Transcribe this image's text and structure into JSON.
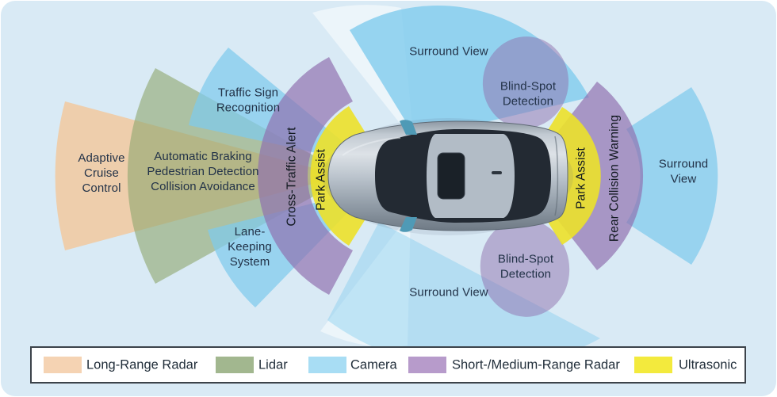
{
  "title": "Vehicle ADAS sensor coverage diagram (top view)",
  "colors": {
    "background": "#d9eaf5",
    "label_text": "#223248",
    "rotated_label_text": "#10181f",
    "legend_border": "#3c434a",
    "car_body": "#b2bcc6",
    "car_glass": "#232a33",
    "mirror": "#4f9ab6",
    "zone_fills": {
      "long_range_radar": "#f3c79a",
      "lidar": "#8fa871",
      "camera": "#7ecbed",
      "camera_pale_wedge": "#ffffff",
      "short_medium_radar": "#8f6fae",
      "ultrasonic": "#ece12a"
    }
  },
  "zones": {
    "adaptive_cruise_control": {
      "label": "Adaptive\nCruise\nControl",
      "sensor": "long-range-radar"
    },
    "automatic_braking": {
      "label": "Automatic Braking\nPedestrian Detection\nCollision Avoidance",
      "sensor": "lidar"
    },
    "traffic_sign_recognition": {
      "label": "Traffic Sign\nRecognition",
      "sensor": "camera"
    },
    "lane_keeping_system": {
      "label": "Lane-\nKeeping\nSystem",
      "sensor": "camera"
    },
    "cross_traffic_alert": {
      "label": "Cross-Traffic Alert",
      "sensor": "short-medium-range-radar"
    },
    "park_assist_front": {
      "label": "Park Assist",
      "sensor": "ultrasonic"
    },
    "surround_view_top": {
      "label": "Surround View",
      "sensor": "camera"
    },
    "blind_spot_detection_top": {
      "label": "Blind-Spot\nDetection",
      "sensor": "short-medium-range-radar"
    },
    "park_assist_rear": {
      "label": "Park Assist",
      "sensor": "ultrasonic"
    },
    "rear_collision_warning": {
      "label": "Rear Collision Warning",
      "sensor": "short-medium-range-radar"
    },
    "surround_view_right": {
      "label": "Surround\nView",
      "sensor": "camera"
    },
    "blind_spot_detection_bottom": {
      "label": "Blind-Spot\nDetection",
      "sensor": "short-medium-range-radar"
    },
    "surround_view_bottom": {
      "label": "Surround View",
      "sensor": "camera"
    }
  },
  "legend": {
    "items": [
      {
        "label": "Long-Range Radar",
        "color": "#f5d3b3"
      },
      {
        "label": "Lidar",
        "color": "#a2b78f"
      },
      {
        "label": "Camera",
        "color": "#a8ddf4"
      },
      {
        "label": "Short-/Medium-Range Radar",
        "color": "#b79bcb"
      },
      {
        "label": "Ultrasonic",
        "color": "#f3ea3d"
      }
    ]
  }
}
